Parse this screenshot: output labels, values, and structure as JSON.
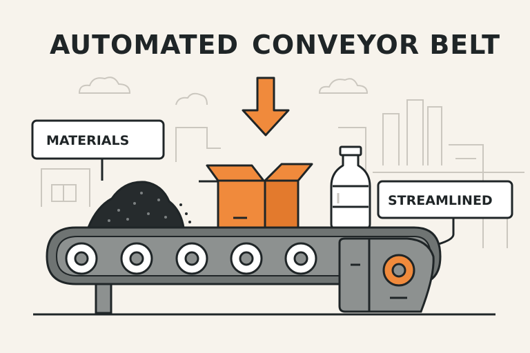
{
  "title": {
    "left": "AUTOMATED",
    "right": "CONVEYOR BELT"
  },
  "labels": {
    "materials": "MATERIALS",
    "streamlined": "STREAMLINED"
  },
  "colors": {
    "background": "#f7f3ec",
    "ink": "#1f2527",
    "accent_orange": "#f08a3c",
    "machine_gray": "#8d9190",
    "belt_gray": "#6f7473",
    "faint_line": "#c9c6c0"
  },
  "icons": [
    "down-arrow-icon",
    "cardboard-box-icon",
    "bottle-icon",
    "material-pile-icon",
    "factory-icon",
    "cloud-icon",
    "gear-roller-icon"
  ]
}
